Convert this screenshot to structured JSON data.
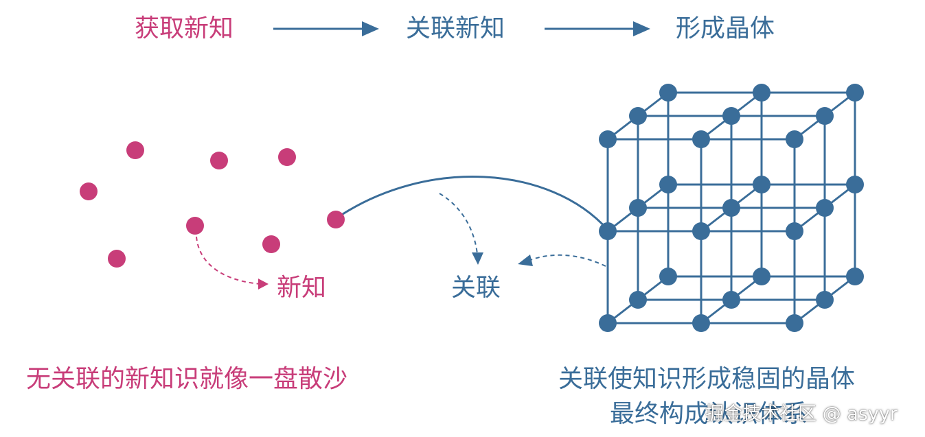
{
  "colors": {
    "pink": "#c83d79",
    "blue": "#3a6d99"
  },
  "flow": {
    "step1": "获取新知",
    "step2": "关联新知",
    "step3": "形成晶体"
  },
  "labels": {
    "new_knowledge": "新知",
    "association": "关联"
  },
  "captions": {
    "left": "无关联的新知识就像一盘散沙",
    "right_line1": "关联使知识形成稳固的晶体",
    "right_line2": "最终构成认识体系"
  },
  "watermark": "掘金技术社区 @ asyyr",
  "icons": {
    "arrow": "arrow-right-icon",
    "dot": "knowledge-dot-icon",
    "crystal": "crystal-lattice-icon"
  }
}
